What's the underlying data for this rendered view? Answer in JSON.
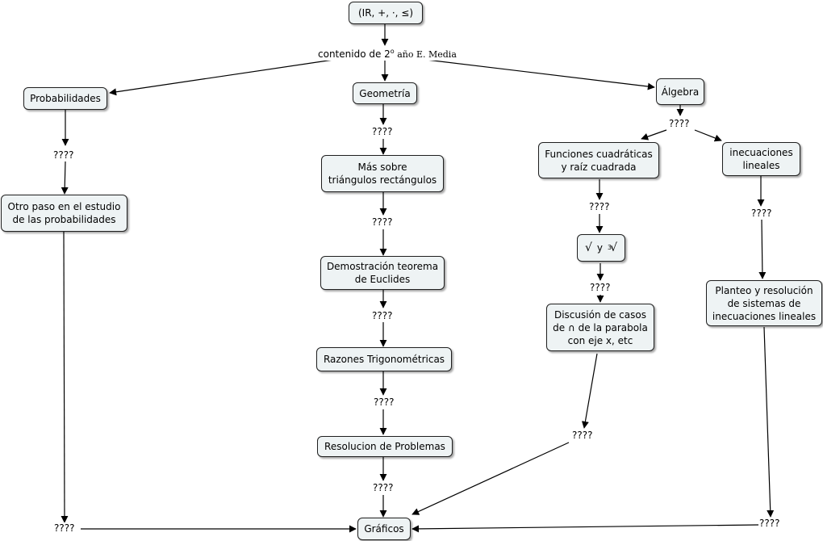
{
  "nodes": {
    "root": "(IR, +, ·, ≤)",
    "probabilidades": "Probabilidades",
    "geometria": "Geometría",
    "algebra": "Álgebra",
    "otro_paso": [
      "Otro paso en el estudio",
      "de las probabilidades"
    ],
    "mas_sobre": [
      "Más sobre",
      "triángulos rectángulos"
    ],
    "demostracion": [
      "Demostración teorema",
      "de Euclides"
    ],
    "razones": "Razones Trigonométricas",
    "resolucion": "Resolucion de Problemas",
    "graficos": "Gráficos",
    "funciones": [
      "Funciones cuadráticas",
      "y raíz cuadrada"
    ],
    "inecuaciones": [
      "inecuaciones",
      "lineales"
    ],
    "raices": {
      "sqrt": "√",
      "y": "y",
      "cube_index": "3",
      "cube": "√"
    },
    "discusion": [
      "Discusión de casos",
      "de ∩ de la parabola",
      "con eje x, etc"
    ],
    "planteo": [
      "Planteo y resolución",
      "de sistemas de",
      "inecuaciones lineales"
    ]
  },
  "labels": {
    "contenido": {
      "prefix": "contenido de 2",
      "sup": "o",
      "suffix": " año E. Media"
    },
    "unknown": "????"
  },
  "colors": {
    "node_fill": "#eef3f4",
    "border": "#1f1f1f",
    "arrow": "#000000"
  }
}
